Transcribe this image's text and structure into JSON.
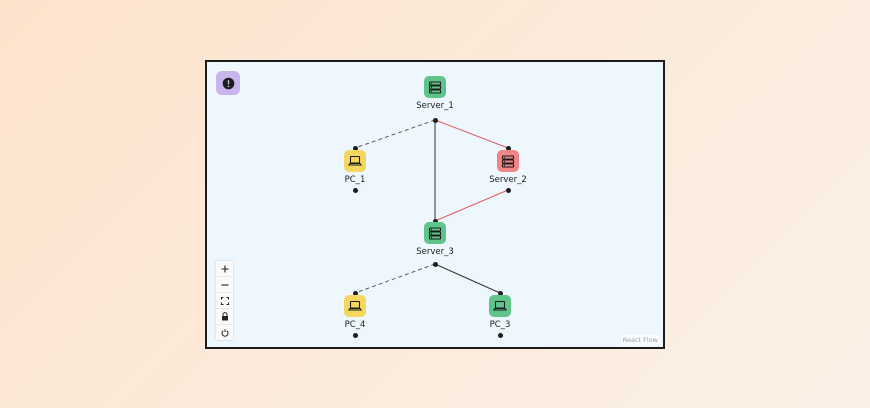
{
  "canvas": {
    "background": "#eef6fe",
    "attribution": "React Flow"
  },
  "nodes": [
    {
      "id": "server_1",
      "label": "Server_1",
      "type": "server",
      "status_color": "#5fc48a"
    },
    {
      "id": "pc_1",
      "label": "PC_1",
      "type": "pc",
      "status_color": "#f3d75e"
    },
    {
      "id": "server_2",
      "label": "Server_2",
      "type": "server",
      "status_color": "#ef8585"
    },
    {
      "id": "server_3",
      "label": "Server_3",
      "type": "server",
      "status_color": "#5fc48a"
    },
    {
      "id": "pc_4",
      "label": "PC_4",
      "type": "pc",
      "status_color": "#f3d75e"
    },
    {
      "id": "pc_3",
      "label": "PC_3",
      "type": "pc",
      "status_color": "#5fc48a"
    }
  ],
  "edges": [
    {
      "from": "server_1",
      "to": "pc_1",
      "style": "dashed",
      "color": "#555e6e"
    },
    {
      "from": "server_1",
      "to": "server_2",
      "style": "solid",
      "color": "#e35d5d"
    },
    {
      "from": "server_1",
      "to": "server_3",
      "style": "solid",
      "color": "#333333"
    },
    {
      "from": "server_2",
      "to": "server_3",
      "style": "solid",
      "color": "#e35d5d"
    },
    {
      "from": "server_3",
      "to": "pc_4",
      "style": "dashed",
      "color": "#555e6e"
    },
    {
      "from": "server_3",
      "to": "pc_3",
      "style": "solid",
      "color": "#333333"
    }
  ],
  "alert_button": {
    "icon": "alert-circle-icon",
    "color": "#c9b4ee"
  },
  "controls": [
    {
      "id": "zoom-in",
      "icon": "plus-icon"
    },
    {
      "id": "zoom-out",
      "icon": "minus-icon"
    },
    {
      "id": "fit-view",
      "icon": "fit-view-icon"
    },
    {
      "id": "lock",
      "icon": "lock-icon"
    },
    {
      "id": "reset",
      "icon": "reset-icon"
    }
  ]
}
